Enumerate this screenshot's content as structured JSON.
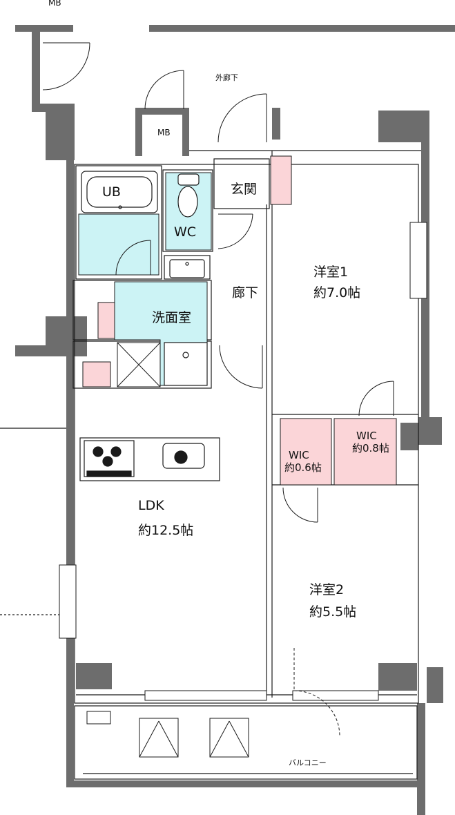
{
  "floor_plan": {
    "rooms": {
      "ldk": {
        "name": "LDK",
        "area": "約12.5帖"
      },
      "western1": {
        "name": "洋室1",
        "area": "約7.0帖"
      },
      "western2": {
        "name": "洋室2",
        "area": "約5.5帖"
      },
      "wic1": {
        "name": "WIC",
        "area": "約0.6帖"
      },
      "wic2": {
        "name": "WIC",
        "area": "約0.8帖"
      },
      "washroom": {
        "name": "洗面室"
      },
      "bath": {
        "name": "UB"
      },
      "toilet": {
        "name": "WC"
      },
      "entrance": {
        "name": "玄関"
      },
      "hallway": {
        "name": "廊下"
      },
      "outer_corridor": {
        "name": "外廊下"
      },
      "balcony": {
        "name": "バルコニー"
      },
      "meter_box_upper": {
        "name": "MB"
      },
      "meter_box_lower": {
        "name": "MB"
      }
    },
    "colors": {
      "wall": "#6d6d6d",
      "wet_area": "#ccf3f5",
      "storage": "#fbd5d8",
      "line": "#1a1a1a"
    }
  }
}
